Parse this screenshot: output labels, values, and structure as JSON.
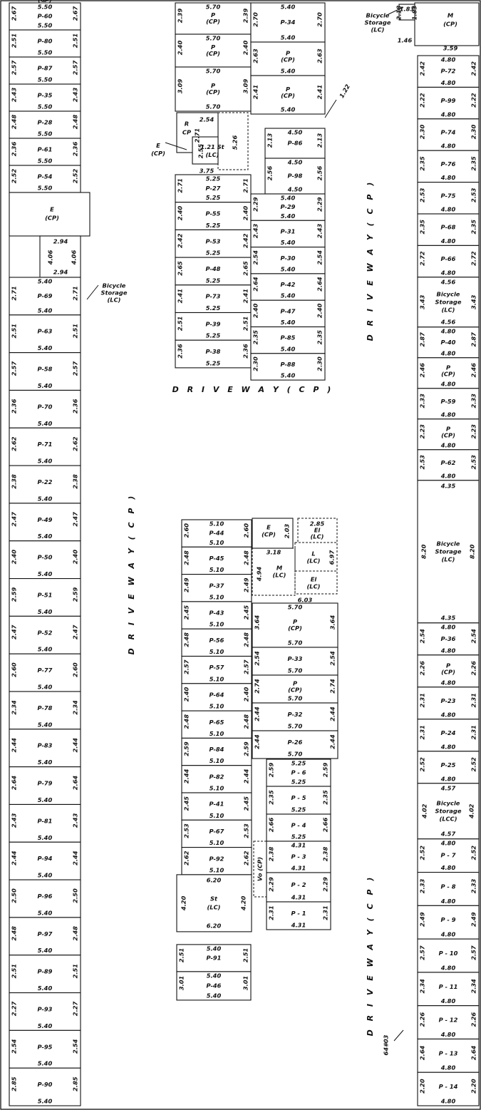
{
  "driveway_labels": [
    {
      "id": "dw-top-right",
      "text": "D R I V E W A Y     ( C P )"
    },
    {
      "id": "dw-middle",
      "text": "D R I V E W A Y      ( C P )"
    },
    {
      "id": "dw-left-mid",
      "text": "D R I V E W A Y     ( C P )"
    },
    {
      "id": "dw-bottom-right",
      "text": "D R I V E W A Y     ( C P )"
    }
  ],
  "callouts": [
    {
      "id": "bike-storage-top",
      "lines": [
        "Bicycle",
        "Storage",
        "(LC)"
      ]
    },
    {
      "id": "bike-storage-left",
      "lines": [
        "Bicycle",
        "Storage",
        "(LC)"
      ]
    },
    {
      "id": "e-cp-callout",
      "lines": [
        "E",
        "(CP)"
      ]
    },
    {
      "id": "dim-1-22",
      "lines": [
        "1.22"
      ]
    },
    {
      "id": "handwritten-note",
      "lines": [
        "64#03"
      ]
    }
  ],
  "columns": {
    "left_top": [
      {
        "w": "2.67",
        "top": "5.50",
        "label": [
          "P-60"
        ],
        "bot": "5.50"
      },
      {
        "w": "2.51",
        "label": [
          "P-80"
        ],
        "bot": "5.50"
      },
      {
        "w": "2.57",
        "label": [
          "P-87"
        ],
        "bot": "5.50"
      },
      {
        "w": "2.43",
        "label": [
          "P-35"
        ],
        "bot": "5.50"
      },
      {
        "w": "2.48",
        "label": [
          "P-28"
        ],
        "bot": "5.50"
      },
      {
        "w": "2.36",
        "label": [
          "P-61"
        ],
        "bot": "5.50"
      },
      {
        "w": "2.52",
        "label": [
          "P-54"
        ],
        "bot": "5.50"
      },
      {
        "w": "",
        "label": [
          "E",
          "(CP)"
        ],
        "bot": ""
      }
    ],
    "left_notch": {
      "top": "2.94",
      "side": "4.06",
      "bot": "2.94"
    },
    "left_bottom": [
      {
        "w": "2.71",
        "top": "5.40",
        "label": [
          "P-69"
        ],
        "bot": "5.40"
      },
      {
        "w": "2.51",
        "label": [
          "P-63"
        ],
        "bot": "5.40"
      },
      {
        "w": "2.57",
        "label": [
          "P-58"
        ],
        "bot": "5.40"
      },
      {
        "w": "2.36",
        "label": [
          "P-70"
        ],
        "bot": "5.40"
      },
      {
        "w": "2.62",
        "label": [
          "P-71"
        ],
        "bot": "5.40"
      },
      {
        "w": "2.38",
        "label": [
          "P-22"
        ],
        "bot": "5.40"
      },
      {
        "w": "2.47",
        "label": [
          "P-49"
        ],
        "bot": "5.40"
      },
      {
        "w": "2.40",
        "label": [
          "P-50"
        ],
        "bot": "5.40"
      },
      {
        "w": "2.59",
        "label": [
          "P-51"
        ],
        "bot": "5.40"
      },
      {
        "w": "2.47",
        "label": [
          "P-52"
        ],
        "bot": "5.40"
      },
      {
        "w": "2.60",
        "label": [
          "P-77"
        ],
        "bot": "5.40"
      },
      {
        "w": "2.34",
        "label": [
          "P-78"
        ],
        "bot": "5.40"
      },
      {
        "w": "2.44",
        "label": [
          "P-83"
        ],
        "bot": "5.40"
      },
      {
        "w": "2.64",
        "label": [
          "P-79"
        ],
        "bot": "5.40"
      },
      {
        "w": "2.43",
        "label": [
          "P-81"
        ],
        "bot": "5.40"
      },
      {
        "w": "2.44",
        "label": [
          "P-94"
        ],
        "bot": "5.40"
      },
      {
        "w": "2.50",
        "label": [
          "P-96"
        ],
        "bot": "5.40"
      },
      {
        "w": "2.48",
        "label": [
          "P-97"
        ],
        "bot": "5.40"
      },
      {
        "w": "2.51",
        "label": [
          "P-89"
        ],
        "bot": "5.40"
      },
      {
        "w": "2.27",
        "label": [
          "P-93"
        ],
        "bot": "5.40"
      },
      {
        "w": "2.54",
        "label": [
          "P-95"
        ],
        "bot": "5.40"
      },
      {
        "w": "2.85",
        "label": [
          "P-90"
        ],
        "bot": "5.40"
      }
    ],
    "mid_a_top": [
      {
        "w": "2.39",
        "top": "5.70",
        "label": [
          "P",
          "(CP)"
        ],
        "bot": ""
      },
      {
        "w": "2.40",
        "top": "5.70",
        "label": [
          "P",
          "(CP)"
        ],
        "bot": ""
      },
      {
        "w": "3.09",
        "top": "5.70",
        "label": [
          "P",
          "(CP)"
        ],
        "bot": "5.70"
      }
    ],
    "mid_b_top": [
      {
        "w": "2.70",
        "top": "5.40",
        "label": [
          "P-34"
        ],
        "bot": "5.40"
      },
      {
        "w": "2.63",
        "label": [
          "P",
          "(CP)"
        ],
        "bot": "5.40"
      },
      {
        "w": "2.41",
        "label": [
          "P",
          "(CP)"
        ],
        "bot": "5.40"
      }
    ],
    "rcp": {
      "label": [
        "R",
        "CP"
      ],
      "dim_a": "2.54",
      "dim_b": "2.71",
      "side": "5.26"
    },
    "st_lc": {
      "label": [
        "1.21 St",
        "(LC)"
      ],
      "w": "2.55",
      "bot": "3.75"
    },
    "mid_b_block2": [
      {
        "w": "2.13",
        "top": "4.50",
        "label": [
          "P-86"
        ],
        "bot": ""
      },
      {
        "w": "2.56",
        "top": "4.50",
        "label": [
          "P-98"
        ],
        "bot": "4.50"
      }
    ],
    "mid_a_mid": [
      {
        "w": "2.71",
        "top": "5.25",
        "label": [
          "P-27"
        ],
        "bot": "5.25"
      },
      {
        "w": "2.40",
        "label": [
          "P-55"
        ],
        "bot": "5.25"
      },
      {
        "w": "2.42",
        "label": [
          "P-53"
        ],
        "bot": "5.25"
      },
      {
        "w": "2.65",
        "label": [
          "P-48"
        ],
        "bot": "5.25"
      },
      {
        "w": "2.41",
        "label": [
          "P-73"
        ],
        "bot": "5.25"
      },
      {
        "w": "2.51",
        "label": [
          "P-39"
        ],
        "bot": "5.25"
      },
      {
        "w": "2.36",
        "label": [
          "P-38"
        ],
        "bot": "5.25"
      }
    ],
    "mid_b_mid": [
      {
        "w": "2.29",
        "top": "5.40",
        "label": [
          "P-29"
        ],
        "bot": "5.40"
      },
      {
        "w": "2.43",
        "label": [
          "P-31"
        ],
        "bot": "5.40"
      },
      {
        "w": "2.54",
        "label": [
          "P-30"
        ],
        "bot": "5.40"
      },
      {
        "w": "2.64",
        "label": [
          "P-42"
        ],
        "bot": "5.40"
      },
      {
        "w": "2.40",
        "label": [
          "P-47"
        ],
        "bot": "5.40"
      },
      {
        "w": "2.35",
        "label": [
          "P-85"
        ],
        "bot": "5.40"
      },
      {
        "w": "2.30",
        "label": [
          "P-88"
        ],
        "bot": "5.40"
      }
    ],
    "mid_a_low": [
      {
        "w": "2.60",
        "top": "5.10",
        "label": [
          "P-44"
        ],
        "bot": "5.10"
      },
      {
        "w": "2.48",
        "label": [
          "P-45"
        ],
        "bot": "5.10"
      },
      {
        "w": "2.49",
        "label": [
          "P-37"
        ],
        "bot": "5.10"
      },
      {
        "w": "2.45",
        "label": [
          "P-43"
        ],
        "bot": "5.10"
      },
      {
        "w": "2.48",
        "label": [
          "P-56"
        ],
        "bot": "5.10"
      },
      {
        "w": "2.57",
        "label": [
          "P-57"
        ],
        "bot": "5.10"
      },
      {
        "w": "2.40",
        "label": [
          "P-64"
        ],
        "bot": "5.10"
      },
      {
        "w": "2.48",
        "label": [
          "P-65"
        ],
        "bot": "5.10"
      },
      {
        "w": "2.59",
        "label": [
          "P-84"
        ],
        "bot": "5.10"
      },
      {
        "w": "2.44",
        "label": [
          "P-82"
        ],
        "bot": "5.10"
      },
      {
        "w": "2.45",
        "label": [
          "P-41"
        ],
        "bot": "5.10"
      },
      {
        "w": "2.53",
        "label": [
          "P-67"
        ],
        "bot": "5.10"
      },
      {
        "w": "2.62",
        "label": [
          "P-92"
        ],
        "bot": "5.10"
      }
    ],
    "mid_a_st": {
      "top": "6.20",
      "w": "4.20",
      "label": [
        "St",
        "(LC)"
      ],
      "bot": "6.20"
    },
    "mid_a_foot": [
      {
        "w": "2.51",
        "top": "5.40",
        "label": [
          "P-91"
        ],
        "bot": ""
      },
      {
        "w": "3.01",
        "top": "5.40",
        "label": [
          "P-46"
        ],
        "bot": "5.40"
      }
    ],
    "mid_b_low_head": {
      "e_cp": [
        "E",
        "(CP)"
      ],
      "e_dim": "2.03",
      "el_top": [
        "2.85",
        "El",
        "(LC)"
      ],
      "m": [
        "M",
        "(LC)"
      ],
      "m_w": "4.94",
      "m_top": "3.18",
      "l": [
        "L",
        "(LC)"
      ],
      "l_dim": "6.97",
      "el_bot": [
        "El",
        "(LC)"
      ],
      "under": "6.03"
    },
    "mid_b_low": [
      {
        "w": "3.64",
        "top": "5.70",
        "label": [
          "P",
          "(CP)"
        ],
        "bot": "5.70"
      },
      {
        "w": "2.54",
        "label": [
          "P-33"
        ],
        "bot": "5.70"
      },
      {
        "w": "2.74",
        "label": [
          "P",
          "(CP)"
        ],
        "bot": "5.70"
      },
      {
        "w": "2.44",
        "label": [
          "P-32"
        ],
        "bot": "5.70"
      },
      {
        "w": "2.44",
        "label": [
          "P-26"
        ],
        "bot": "5.70"
      }
    ],
    "mid_b_p": [
      {
        "w": "2.59",
        "top": "5.25",
        "label": [
          "P - 6"
        ],
        "bot": "5.25"
      },
      {
        "w": "2.35",
        "label": [
          "P - 5"
        ],
        "bot": "5.25"
      },
      {
        "w": "2.66",
        "label": [
          "P - 4"
        ],
        "bot": "5.25"
      },
      {
        "w": "2.38",
        "top": "4.31",
        "label": [
          "P - 3"
        ],
        "bot": "4.31"
      },
      {
        "w": "2.29",
        "label": [
          "P - 2"
        ],
        "bot": "4.31"
      },
      {
        "w": "2.31",
        "label": [
          "P - 1"
        ],
        "bot": "4.31"
      }
    ],
    "vo_cp": "Vo (CP)",
    "right_top": {
      "m": [
        "M",
        "(CP)"
      ],
      "dims": [
        "1.83",
        "2.18",
        "1.46",
        "1.83"
      ],
      "w": "3.59"
    },
    "right_upper": [
      {
        "w": "2.42",
        "top": "4.80",
        "label": [
          "P-72"
        ],
        "bot": "4.80"
      },
      {
        "w": "2.22",
        "label": [
          "P-99"
        ],
        "bot": "4.80"
      },
      {
        "w": "2.30",
        "label": [
          "P-74"
        ],
        "bot": "4.80"
      },
      {
        "w": "2.35",
        "label": [
          "P-76"
        ],
        "bot": "4.80"
      },
      {
        "w": "2.53",
        "label": [
          "P-75"
        ],
        "bot": "4.80"
      },
      {
        "w": "2.35",
        "label": [
          "P-68"
        ],
        "bot": "4.80"
      },
      {
        "w": "2.72",
        "label": [
          "P-66"
        ],
        "bot": "4.80"
      }
    ],
    "right_bike1": {
      "top": "4.56",
      "w": "3.43",
      "label": [
        "Bicycle",
        "Storage",
        "(LC)"
      ],
      "bot": "4.56"
    },
    "right_mid": [
      {
        "w": "2.87",
        "top": "4.80",
        "label": [
          "P-40"
        ],
        "bot": "4.80"
      },
      {
        "w": "2.46",
        "label": [
          "P",
          "(CP)"
        ],
        "bot": "4.80"
      },
      {
        "w": "2.33",
        "label": [
          "P-59"
        ],
        "bot": "4.80"
      },
      {
        "w": "2.23",
        "label": [
          "P",
          "(CP)"
        ],
        "bot": "4.80"
      },
      {
        "w": "2.53",
        "label": [
          "P-62"
        ],
        "bot": "4.80"
      }
    ],
    "right_bike2": {
      "top": "4.35",
      "w": "8.20",
      "label": [
        "Bicycle",
        "Storage",
        "(LC)"
      ],
      "bot": "4.35"
    },
    "right_low": [
      {
        "w": "2.54",
        "top": "4.80",
        "label": [
          "P-36"
        ],
        "bot": "4.80"
      },
      {
        "w": "2.26",
        "label": [
          "P",
          "(CP)"
        ],
        "bot": "4.80"
      },
      {
        "w": "2.31",
        "label": [
          "P-23"
        ],
        "bot": "4.80"
      },
      {
        "w": "2.31",
        "label": [
          "P-24"
        ],
        "bot": "4.80"
      },
      {
        "w": "2.52",
        "label": [
          "P-25"
        ],
        "bot": "4.80"
      }
    ],
    "right_bike3": {
      "top": "4.57",
      "w": "4.02",
      "label": [
        "Bicycle",
        "Storage",
        "(LCC)"
      ],
      "bot": "4.57"
    },
    "right_bottom": [
      {
        "w": "2.52",
        "top": "4.80",
        "label": [
          "P - 7"
        ],
        "bot": "4.80"
      },
      {
        "w": "2.33",
        "label": [
          "P - 8"
        ],
        "bot": "4.80"
      },
      {
        "w": "2.49",
        "label": [
          "P - 9"
        ],
        "bot": "4.80"
      },
      {
        "w": "2.57",
        "label": [
          "P - 10"
        ],
        "bot": "4.80"
      },
      {
        "w": "2.34",
        "label": [
          "P - 11"
        ],
        "bot": "4.80"
      },
      {
        "w": "2.26",
        "label": [
          "P - 12"
        ],
        "bot": "4.80"
      },
      {
        "w": "2.64",
        "label": [
          "P - 13"
        ],
        "bot": "4.80"
      },
      {
        "w": "2.20",
        "label": [
          "P - 14"
        ],
        "bot": "4.80"
      }
    ]
  }
}
